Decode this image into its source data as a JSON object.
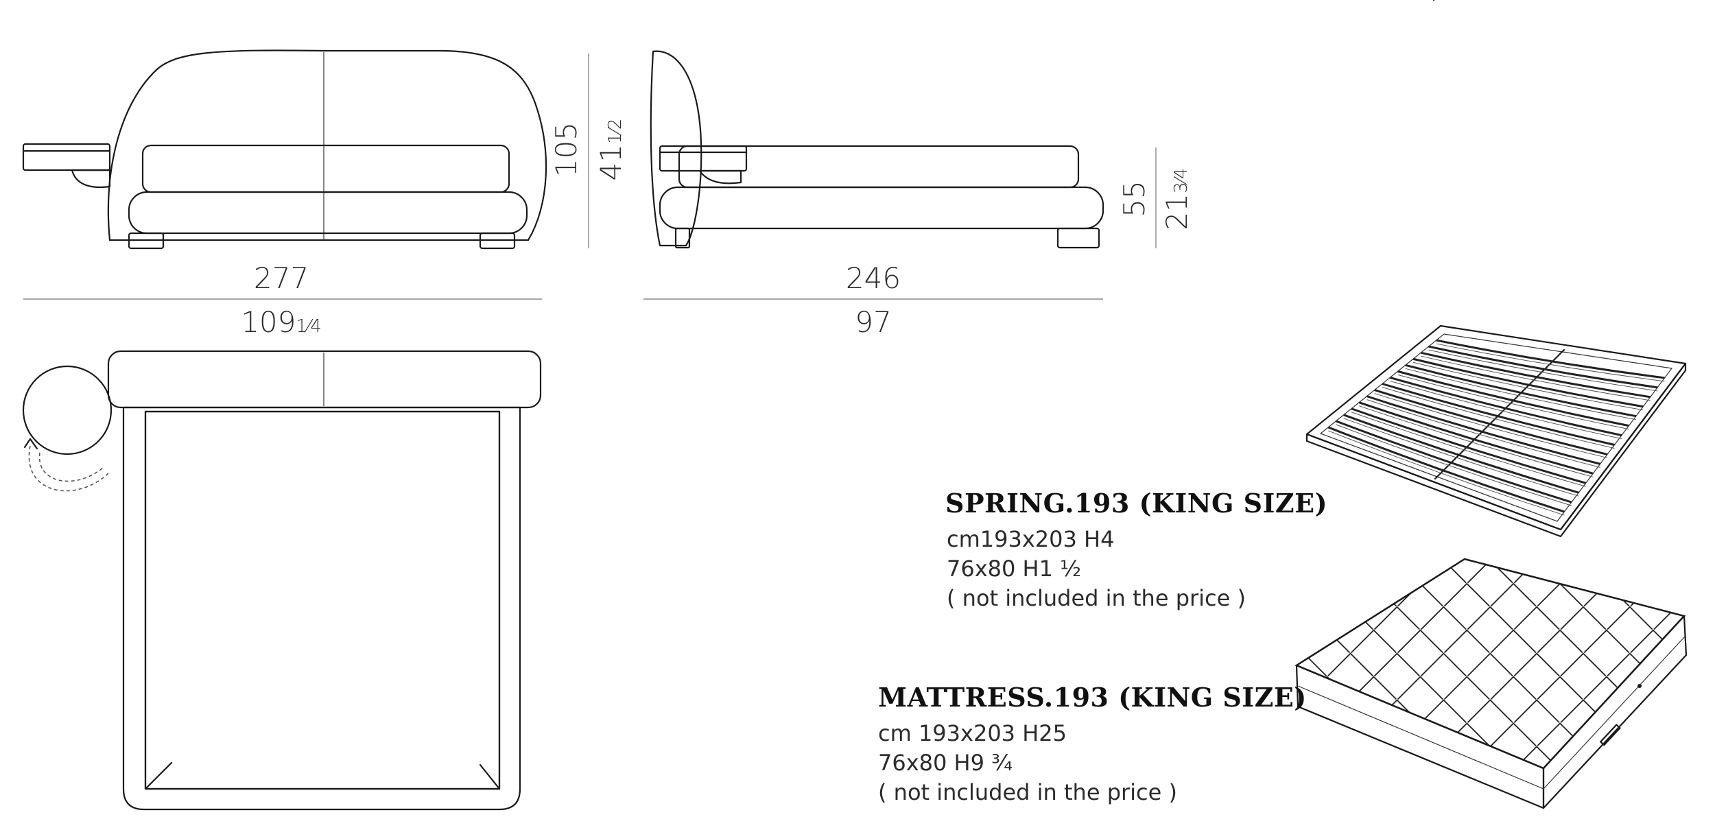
{
  "views": {
    "front": {
      "height_cm": "105",
      "height_in_whole": "41",
      "height_in_frac": "1⁄2",
      "width_cm": "277",
      "width_in_whole": "109",
      "width_in_frac": "1⁄4"
    },
    "side": {
      "length_cm": "246",
      "length_in": "97",
      "frame_height_cm": "55",
      "frame_height_in_whole": "21",
      "frame_height_in_frac": "3⁄4"
    }
  },
  "spring": {
    "title": "SPRING.193 (KING SIZE)",
    "line1": "cm193x203 H4",
    "line2": "76x80 H1 ½",
    "line3": "( not included in the price )"
  },
  "mattress": {
    "title": "MATTRESS.193 (KING SIZE)",
    "line1": "cm 193x203 H25",
    "line2": "76x80 H9 ¾",
    "line3": "( not included in the price )"
  }
}
